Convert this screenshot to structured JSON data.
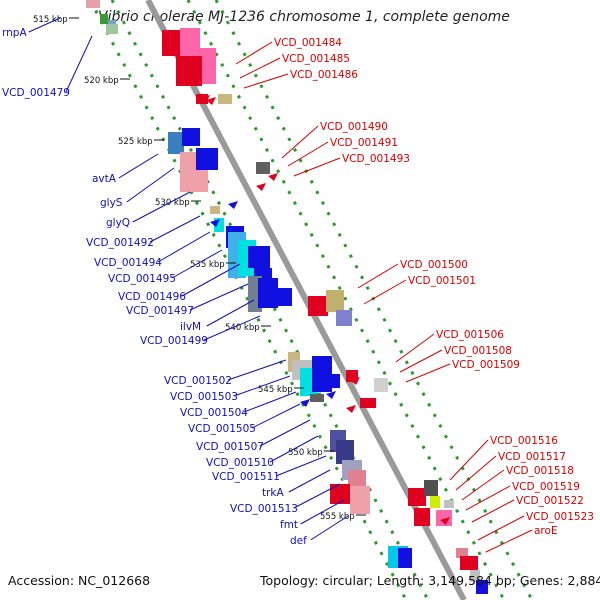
{
  "title": "Vibrio cholerae MJ-1236 chromosome 1, complete genome",
  "footer": {
    "accession": "Accession: NC_012668",
    "summary": "Topology: circular; Length: 3,149,584 bp; Genes: 2,884"
  },
  "colors": {
    "backbone": "#9a9a9a",
    "ring_dots": "#2a9a2a",
    "left_labels": "#1010b8",
    "right_labels": "#d40000"
  },
  "ticks": [
    "515 kbp",
    "520 kbp",
    "525 kbp",
    "530 kbp",
    "535 kbp",
    "540 kbp",
    "545 kbp",
    "550 kbp",
    "555 kbp"
  ],
  "left_labels": [
    "rnpA",
    "VCD_001479",
    "avtA",
    "glyS",
    "glyQ",
    "VCD_001492",
    "VCD_001494",
    "VCD_001495",
    "VCD_001496",
    "VCD_001497",
    "ilvM",
    "VCD_001499",
    "VCD_001502",
    "VCD_001503",
    "VCD_001504",
    "VCD_001505",
    "VCD_001507",
    "VCD_001510",
    "VCD_001511",
    "trkA",
    "VCD_001513",
    "fmt",
    "def"
  ],
  "right_labels": [
    "VCD_001484",
    "VCD_001485",
    "VCD_001486",
    "VCD_001490",
    "VCD_001491",
    "VCD_001493",
    "VCD_001500",
    "VCD_001501",
    "VCD_001506",
    "VCD_001508",
    "VCD_001509",
    "VCD_001516",
    "VCD_001517",
    "VCD_001518",
    "VCD_001519",
    "VCD_001522",
    "VCD_001523",
    "aroE"
  ]
}
